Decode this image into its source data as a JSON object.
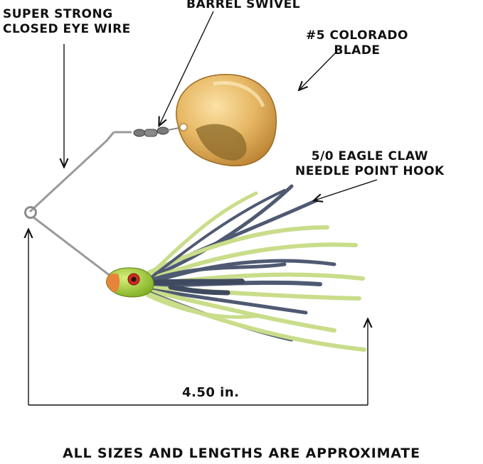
{
  "labels": {
    "eye_wire": [
      "SUPER STRONG",
      "CLOSED EYE WIRE"
    ],
    "swivel": "BARREL SWIVEL",
    "blade": [
      "#5 COLORADO",
      "BLADE"
    ],
    "hook": [
      "5/0 EAGLE CLAW",
      "NEEDLE POINT HOOK"
    ],
    "length": "4.50 in.",
    "note": "ALL SIZES AND LENGTHS ARE APPROXIMATE"
  },
  "colors": {
    "blade_gold": "#e7b865",
    "skirt_chartreuse": "#c9dd8a",
    "skirt_blue": "#4f5a72",
    "head_green": "#a8d63a",
    "head_orange": "#e8833a",
    "eye_red": "#d2291f",
    "wire": "#9a9a9a",
    "text": "#111111"
  }
}
